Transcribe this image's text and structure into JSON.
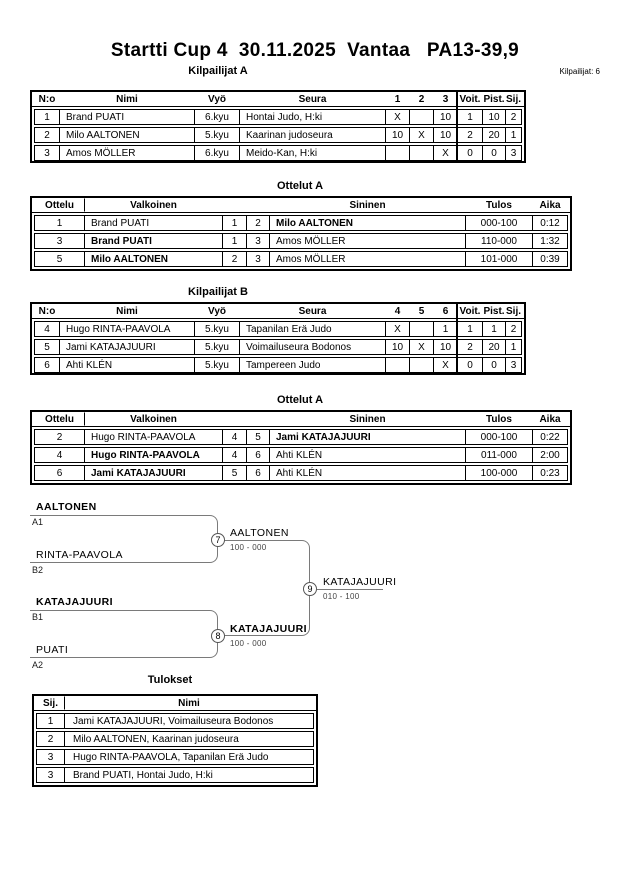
{
  "header": {
    "title": "Startti Cup 4  30.11.2025  Vantaa   PA13-39,9",
    "participants_label": "Kilpailijat: 6"
  },
  "pool_a": {
    "title": "Kilpailijat A",
    "columns": [
      "N:o",
      "Nimi",
      "Vyö",
      "Seura",
      "1",
      "2",
      "3",
      "Voit.",
      "Pist.",
      "Sij."
    ],
    "rows": [
      [
        "1",
        "Brand PUATI",
        "6.kyu",
        "Hontai Judo, H:ki",
        "X",
        "",
        "10",
        "1",
        "10",
        "2"
      ],
      [
        "2",
        "Milo AALTONEN",
        "5.kyu",
        "Kaarinan judoseura",
        "10",
        "X",
        "10",
        "2",
        "20",
        "1"
      ],
      [
        "3",
        "Amos MÖLLER",
        "6.kyu",
        "Meido-Kan, H:ki",
        "",
        "",
        "X",
        "0",
        "0",
        "3"
      ]
    ]
  },
  "matches_a": {
    "title": "Ottelut A",
    "columns": [
      "Ottelu",
      "Valkoinen",
      "",
      "",
      "Sininen",
      "Tulos",
      "Aika"
    ],
    "rows": [
      [
        "1",
        "Brand PUATI",
        "1",
        "2",
        "Milo AALTONEN",
        "000-100",
        "0:12"
      ],
      [
        "3",
        "Brand PUATI",
        "1",
        "3",
        "Amos MÖLLER",
        "110-000",
        "1:32"
      ],
      [
        "5",
        "Milo AALTONEN",
        "2",
        "3",
        "Amos MÖLLER",
        "101-000",
        "0:39"
      ]
    ]
  },
  "pool_b": {
    "title": "Kilpailijat B",
    "columns": [
      "N:o",
      "Nimi",
      "Vyö",
      "Seura",
      "4",
      "5",
      "6",
      "Voit.",
      "Pist.",
      "Sij."
    ],
    "rows": [
      [
        "4",
        "Hugo RINTA-PAAVOLA",
        "5.kyu",
        "Tapanilan Erä Judo",
        "X",
        "",
        "1",
        "1",
        "1",
        "2"
      ],
      [
        "5",
        "Jami KATAJAJUURI",
        "5.kyu",
        "Voimailuseura Bodonos",
        "10",
        "X",
        "10",
        "2",
        "20",
        "1"
      ],
      [
        "6",
        "Ahti KLÉN",
        "5.kyu",
        "Tampereen Judo",
        "",
        "",
        "X",
        "0",
        "0",
        "3"
      ]
    ]
  },
  "matches_b": {
    "title": "Ottelut A",
    "columns": [
      "Ottelu",
      "Valkoinen",
      "",
      "",
      "Sininen",
      "Tulos",
      "Aika"
    ],
    "rows": [
      [
        "2",
        "Hugo RINTA-PAAVOLA",
        "4",
        "5",
        "Jami KATAJAJUURI",
        "000-100",
        "0:22"
      ],
      [
        "4",
        "Hugo RINTA-PAAVOLA",
        "4",
        "6",
        "Ahti KLÉN",
        "011-000",
        "2:00"
      ],
      [
        "6",
        "Jami KATAJAJUURI",
        "5",
        "6",
        "Ahti KLÉN",
        "100-000",
        "0:23"
      ]
    ]
  },
  "bracket": {
    "slots": [
      {
        "name": "AALTONEN",
        "code": "A1"
      },
      {
        "name": "RINTA-PAAVOLA",
        "code": "B2"
      },
      {
        "name": "KATAJAJUURI",
        "code": "B1"
      },
      {
        "name": "PUATI",
        "code": "A2"
      }
    ],
    "matches": [
      {
        "no": "7",
        "winner": "AALTONEN",
        "score": "100 - 000"
      },
      {
        "no": "8",
        "winner": "KATAJAJUURI",
        "score": "100 - 000"
      },
      {
        "no": "9",
        "winner": "KATAJAJUURI",
        "score": "010 - 100"
      }
    ]
  },
  "results": {
    "title": "Tulokset",
    "columns": [
      "Sij.",
      "Nimi"
    ],
    "rows": [
      [
        "1",
        "Jami KATAJAJUURI, Voimailuseura Bodonos"
      ],
      [
        "2",
        "Milo AALTONEN, Kaarinan judoseura"
      ],
      [
        "3",
        "Hugo RINTA-PAAVOLA, Tapanilan Erä Judo"
      ],
      [
        "3",
        "Brand PUATI, Hontai Judo, H:ki"
      ]
    ]
  }
}
